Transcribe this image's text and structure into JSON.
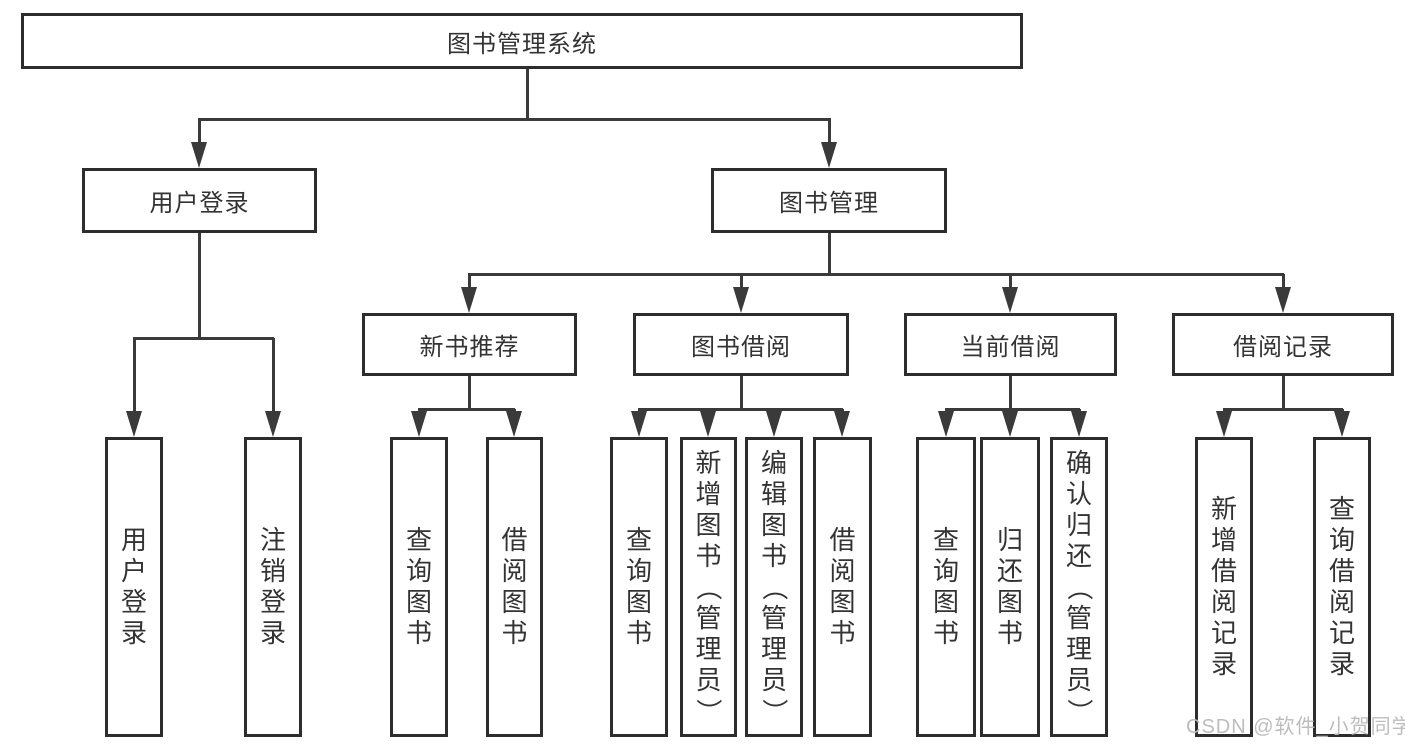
{
  "tree": {
    "label": "图书管理系统",
    "children": [
      {
        "label": "用户登录",
        "children": [
          {
            "label": "用户登录"
          },
          {
            "label": "注销登录"
          }
        ]
      },
      {
        "label": "图书管理",
        "children": [
          {
            "label": "新书推荐",
            "children": [
              {
                "label": "查询图书"
              },
              {
                "label": "借阅图书"
              }
            ]
          },
          {
            "label": "图书借阅",
            "children": [
              {
                "label": "查询图书"
              },
              {
                "label": "新增图书（管理员）"
              },
              {
                "label": "编辑图书（管理员）"
              },
              {
                "label": "借阅图书"
              }
            ]
          },
          {
            "label": "当前借阅",
            "children": [
              {
                "label": "查询图书"
              },
              {
                "label": "归还图书"
              },
              {
                "label": "确认归还（管理员）"
              }
            ]
          },
          {
            "label": "借阅记录",
            "children": [
              {
                "label": "新增借阅记录"
              },
              {
                "label": "查询借阅记录"
              }
            ]
          }
        ]
      }
    ]
  },
  "watermark": {
    "text": "CSDN @软件_小贺同学"
  },
  "colors": {
    "line": "#3a3a3a",
    "box_border": "#2d2d2d",
    "text": "#333333",
    "watermark": "#b9b9b9",
    "background": "#ffffff"
  }
}
